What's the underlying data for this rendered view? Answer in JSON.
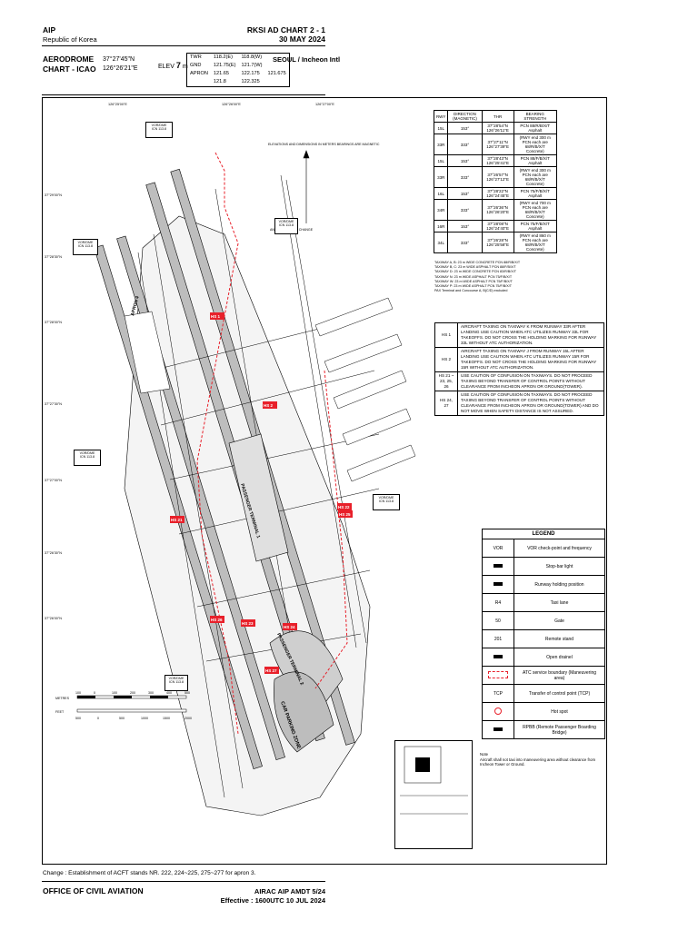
{
  "header": {
    "left_line1": "AIP",
    "left_line2": "Republic of Korea",
    "right_line1": "RKSI AD CHART 2 - 1",
    "right_line2": "30 MAY 2024"
  },
  "subheader": {
    "chart_title_1": "AERODROME",
    "chart_title_2": "CHART - ICAO",
    "lat": "37°27'45\"N",
    "lon": "126°26'21\"E",
    "elev_label": "ELEV",
    "elev_value": "7",
    "elev_unit": "m",
    "aerodrome": "SEOUL / Incheon Intl",
    "freqs": [
      {
        "svc": "TWR",
        "f1": "118.2(E)",
        "f2": "118.8(W)",
        "f3": ""
      },
      {
        "svc": "GND",
        "f1": "121.75(E)",
        "f2": "121.7(W)",
        "f3": ""
      },
      {
        "svc": "APRON",
        "f1": "121.65",
        "f2": "122.175",
        "f3": "121.675"
      },
      {
        "svc": "",
        "f1": "121.8",
        "f2": "122.325",
        "f3": ""
      }
    ]
  },
  "runway_table": {
    "headers": [
      "RWY",
      "DIRECTION (MAGNETIC)",
      "THR",
      "BEARING STRENGTH"
    ],
    "rows": [
      {
        "rwy": "15L",
        "dir": "153°",
        "thr": "37°28'54\"N 126°26'11\"E",
        "str": "PCN 88/R/B/X/T Asphalt"
      },
      {
        "rwy": "33R",
        "dir": "333°",
        "thr": "37°27'11\"N 126°27'39\"E",
        "str": "(RWY end 300 m PCN each are 68/R/B/X/T Concrete)"
      },
      {
        "rwy": "15L",
        "dir": "153°",
        "thr": "37°28'43\"N 126°25'41\"E",
        "str": "PCN 88/F/B/X/T Asphalt"
      },
      {
        "rwy": "33R",
        "dir": "333°",
        "thr": "37°26'57\"N 126°27'12\"E",
        "str": "(RWY end 300 m PCN each are 68/R/B/X/T Concrete)"
      },
      {
        "rwy": "16L",
        "dir": "153°",
        "thr": "37°28'22\"N 126°24'45\"E",
        "str": "PCN 75/F/B/X/T Asphalt"
      },
      {
        "rwy": "34R",
        "dir": "333°",
        "thr": "37°26'36\"N 126°26'20\"E",
        "str": "(RWY end 700 m PCN each are 68/R/B/X/T Concrete)"
      },
      {
        "rwy": "16R",
        "dir": "153°",
        "thr": "37°28'08\"N 126°24'40\"E",
        "str": "PCN 75/F/B/X/T Asphalt"
      },
      {
        "rwy": "34L",
        "dir": "333°",
        "thr": "37°26'28\"N 126°25'58\"E",
        "str": "(RWY end 860 m PCN each are 68/R/B/X/T Concrete)"
      }
    ],
    "notes": [
      "TAXIWAY A, B: 23 m WIDE CONCRETE PCN 88/R/B/X/T",
      "TAXIWAY B, C: 23 m WIDE ASPHALT PCN 88/F/B/X/T",
      "TAXIWAY D: 23 m WIDE CONCRETE PCN 83/R/B/X/T",
      "TAXIWAY N: 23 m WIDE ASPHALT PCN 75/F/B/X/T",
      "TAXIWAY W: 23 m WIDE ASPHALT PCN 75/F/B/X/T",
      "TAXIWAY P: 23 m WIDE ASPHALT PCN 75/F/B/X/T",
      "PAX Terminal and Concourse A, B(C/D) excluded"
    ]
  },
  "hotspots": [
    {
      "id": "HS 1",
      "text": "AIRCRAFT TAXIING ON TAXIWAY K FROM RUNWAY 33R AFTER LANDING USE CAUTION WHEN ATC UTILIZES RUNWAY 33L FOR TAKEOFFS. DO NOT CROSS THE HOLDING MARKING FOR RUNWAY 33L WITHOUT ATC AUTHORIZATION."
    },
    {
      "id": "HS 2",
      "text": "AIRCRAFT TAXIING ON TAXIWAY J FROM RUNWAY 15L AFTER LANDING USE CAUTION WHEN ATC UTILIZES RUNWAY 15R FOR TAKEOFFS. DO NOT CROSS THE HOLDING MARKING FOR RUNWAY 15R WITHOUT ATC AUTHORIZATION."
    },
    {
      "id": "HS 21 ~ 23, 25, 26",
      "text": "USE CAUTION OF CONFUSION ON TAXIWAYS. DO NOT PROCEED TAXIING BEYOND TRANSFER OF CONTROL POINTS WITHOUT CLEARANCE FROM INCHEON APRON OR GROUND(TOWER)."
    },
    {
      "id": "HS 24, 27",
      "text": "USE CAUTION OF CONFUSION ON TAXIWAYS. DO NOT PROCEED TAXIING BEYOND TRANSFER OF CONTROL POINTS WITHOUT CLEARANCE FROM INCHEON APRON OR GROUND(TOWER) AND DO NOT MOVE WHEN SAFETY DISTANCE IS NOT ASSURED."
    }
  ],
  "legend": {
    "title": "LEGEND",
    "items": [
      {
        "sym": "VOR",
        "label": "VOR check-point and frequency"
      },
      {
        "sym": "",
        "label": "Stop-bar light"
      },
      {
        "sym": "",
        "label": "Runway holding position"
      },
      {
        "sym": "R4",
        "label": "Taxi lane"
      },
      {
        "sym": "50",
        "label": "Gate"
      },
      {
        "sym": "201",
        "label": "Remote stand"
      },
      {
        "sym": "",
        "label": "Open drainel"
      },
      {
        "sym": "",
        "label": "ATC service boundary (Maneuvering area)"
      },
      {
        "sym": "TCP",
        "label": "Transfer of control point (TCP)"
      },
      {
        "sym": "",
        "label": "Hot spot"
      },
      {
        "sym": "",
        "label": "RPBB (Remote Passenger Boarding Bridge)"
      }
    ]
  },
  "note": {
    "title": "Note",
    "text": "Aircraft shall not taxi into maneuvering area without clearance from Incheon Tower or Ground."
  },
  "map_labels": {
    "apron": "APRON 4",
    "terminal1": "PASSENGER TERMINAL 1",
    "terminal2": "PASSENGER TERMINAL 2",
    "car_parking": "CAR PARKING ZONE",
    "elev_note": "ELEVATIONS AND DIMENSIONS IN METERS BEARINGS ARE MAGNETIC",
    "var_note": "ANNUAL RATE OF CHANGE",
    "scale_metres": "METRES",
    "scale_feet": "FEET",
    "scale_m": [
      "100",
      "0",
      "100",
      "200",
      "300",
      "400",
      "500"
    ],
    "scale_ft": [
      "500",
      "0",
      "500",
      "1000",
      "1500",
      "2000"
    ],
    "lat_ticks": [
      "37°29'00\"N",
      "37°28'30\"N",
      "37°28'00\"N",
      "37°27'30\"N",
      "37°27'00\"N",
      "37°26'30\"N",
      "37°26'00\"N"
    ],
    "lon_ticks": [
      "126°25'00\"E",
      "126°26'00\"E",
      "126°27'00\"E"
    ],
    "hot_spot_tags": [
      "HS 1",
      "HS 2",
      "HS 21",
      "HS 22",
      "HS 23",
      "HS 24",
      "HS 25",
      "HS 26",
      "HS 27"
    ]
  },
  "footer": {
    "change": "Change : Establishment of ACFT stands NR. 222, 224~225, 275~277 for apron 3.",
    "office": "OFFICE OF CIVIL AVIATION",
    "amdt": "AIRAC AIP AMDT 5/24",
    "effective": "Effective : 1600UTC 10 JUL 2024"
  },
  "colors": {
    "hotspot": "#e8202a",
    "ink": "#000000",
    "runway_fill": "#b8b8b8",
    "terminal_fill": "#cfcfcf"
  }
}
